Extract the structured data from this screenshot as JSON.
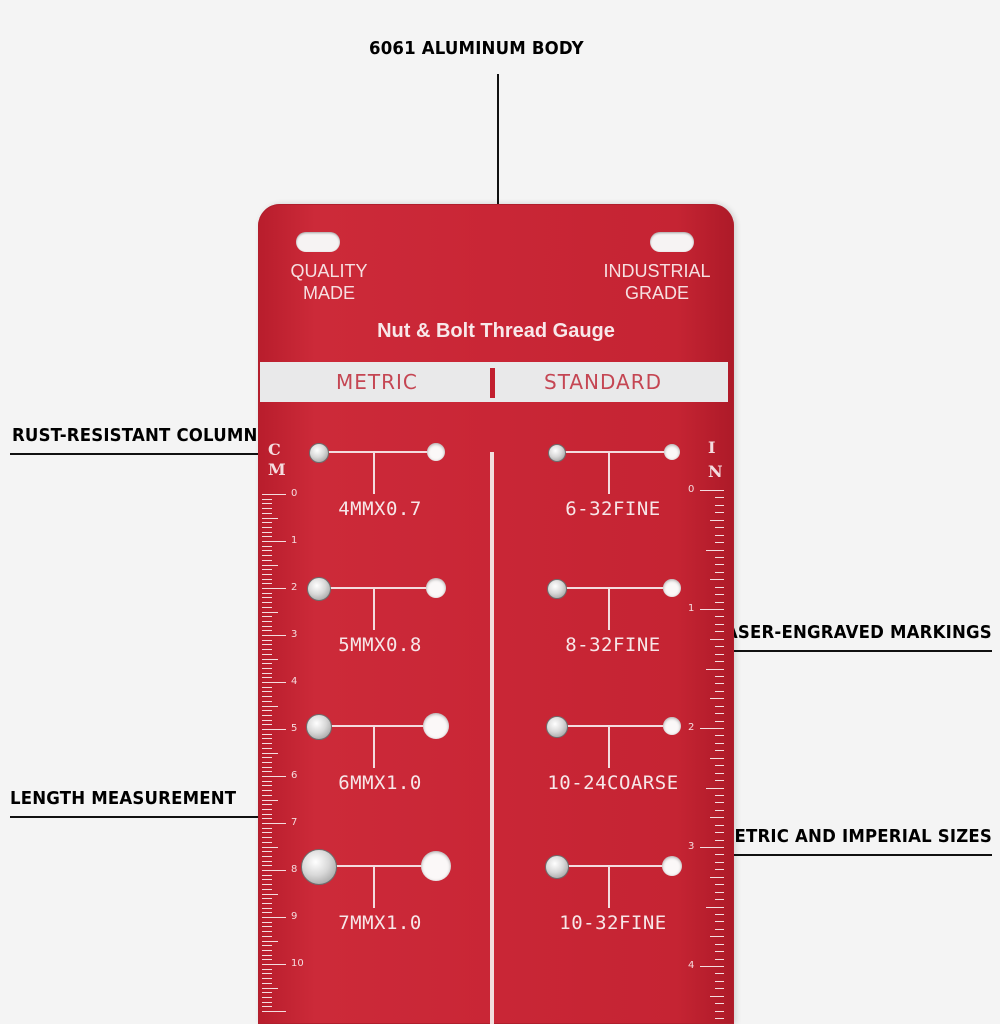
{
  "callouts": {
    "body": "6061 ALUMINUM BODY",
    "columns": "RUST-RESISTANT COLUMNS",
    "markings": "LASER-ENGRAVED MARKINGS",
    "length": "LENGTH MEASUREMENT",
    "sizes": "METRIC AND IMPERIAL SIZES"
  },
  "plate": {
    "left_badge": [
      "QUALITY",
      "MADE"
    ],
    "right_badge": [
      "INDUSTRIAL",
      "GRADE"
    ],
    "title": "Nut & Bolt Thread Gauge",
    "metric_header": "METRIC",
    "standard_header": "STANDARD",
    "cm_axis": [
      "C",
      "M"
    ],
    "in_axis": [
      "I",
      "N"
    ],
    "metric_sizes": [
      "4MMX0.7",
      "5MMX0.8",
      "6MMX1.0",
      "7MMX1.0"
    ],
    "standard_sizes": [
      "6-32FINE",
      "8-32FINE",
      "10-24COARSE",
      "10-32FINE"
    ],
    "cm_numbers": [
      "0",
      "1",
      "2",
      "3",
      "4",
      "5",
      "6",
      "7",
      "8",
      "9",
      "10"
    ],
    "in_numbers": [
      "0",
      "1",
      "2",
      "3",
      "4"
    ]
  },
  "colors": {
    "plate_red": "#c92636",
    "band_gray": "#e9e9ea",
    "background": "#f4f4f4"
  }
}
